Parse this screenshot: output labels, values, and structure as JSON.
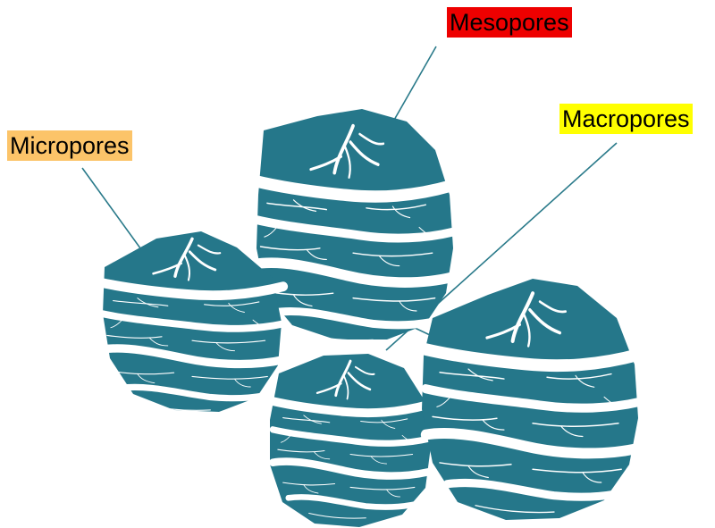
{
  "labels": {
    "mesopores": {
      "text": "Mesopores",
      "highlight": "#ee0000"
    },
    "macropores": {
      "text": "Macropores",
      "highlight": "#ffff00"
    },
    "micropores": {
      "text": "Micropores",
      "highlight": "#fcc469"
    }
  },
  "colors": {
    "particle": "#25778a",
    "pore": "#ffffff",
    "leader_line": "#2a7a8a"
  }
}
